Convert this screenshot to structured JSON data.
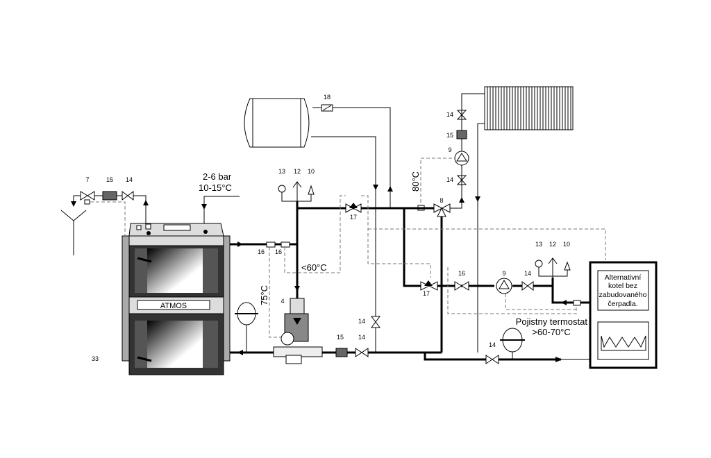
{
  "labels": {
    "pressure": "2-6 bar",
    "inlet_temp": "10-15°C",
    "boiler_brand": "ATMOS",
    "temp_75": "75°C",
    "temp_lt60": "<60°C",
    "temp_80": "80°C",
    "thermostat_line1": "Pojistny termostat",
    "thermostat_line2": ">60-70°C",
    "alt_boiler_line1": "Alternativní",
    "alt_boiler_line2": "kotel bez",
    "alt_boiler_line3": "zabudovaného",
    "alt_boiler_line4": "čerpadla."
  },
  "numbers": {
    "n7": "7",
    "n15a": "15",
    "n14a": "14",
    "n13a": "13",
    "n12a": "12",
    "n10a": "10",
    "n16a": "16",
    "n16b": "16",
    "n4": "4",
    "n33": "33",
    "n18": "18",
    "n17a": "17",
    "n8": "8",
    "n14b": "14",
    "n15b": "15",
    "n9a": "9",
    "n14c": "14",
    "n15c": "15",
    "n14d": "14",
    "n14e": "14",
    "n13b": "13",
    "n12b": "12",
    "n10b": "10",
    "n17b": "17",
    "n16c": "16",
    "n9b": "9",
    "n14f": "14",
    "n14g": "14"
  }
}
